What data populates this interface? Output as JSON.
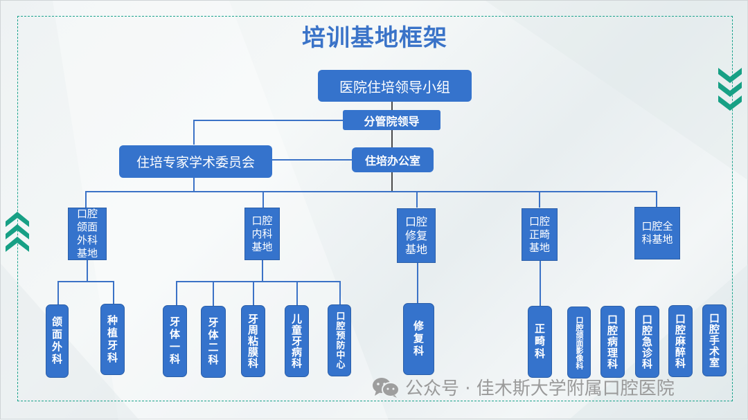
{
  "title": "培训基地框架",
  "colors": {
    "box_fill": "#3573cc",
    "title": "#3a73c8",
    "frame": "#19a38c",
    "connector": "#3b72c6"
  },
  "top": {
    "leadership_group": "医院住培领导小组",
    "vice_leader": "分管院领导",
    "office": "住培办公室",
    "committee": "住培专家学术委员会"
  },
  "bases": [
    {
      "label": "口腔颌面外科基地",
      "lines": [
        "口腔",
        "颌面",
        "外科",
        "基地"
      ]
    },
    {
      "label": "口腔内科基地",
      "lines": [
        "口腔",
        "内科",
        "基地"
      ]
    },
    {
      "label": "口腔修复基地",
      "lines": [
        "口腔",
        "修复",
        "基地"
      ]
    },
    {
      "label": "口腔正畸基地",
      "lines": [
        "口腔",
        "正畸",
        "基地"
      ]
    },
    {
      "label": "口腔全科基地",
      "lines": [
        "口腔全",
        "科基地"
      ]
    }
  ],
  "departments": [
    {
      "base": 0,
      "label": "颌面外科"
    },
    {
      "base": 0,
      "label": "种植牙科"
    },
    {
      "base": 1,
      "label": "牙体一科"
    },
    {
      "base": 1,
      "label": "牙体二科"
    },
    {
      "base": 1,
      "label": "牙周粘膜科"
    },
    {
      "base": 1,
      "label": "儿童牙病科"
    },
    {
      "base": 1,
      "label": "口腔预防中心"
    },
    {
      "base": 2,
      "label": "修复科"
    },
    {
      "base": 3,
      "label": "正畸科"
    },
    {
      "base": 4,
      "label": "口腔颌面影像科"
    },
    {
      "base": 4,
      "label": "口腔病理科"
    },
    {
      "base": 4,
      "label": "口腔急诊科"
    },
    {
      "base": 4,
      "label": "口腔麻醉科"
    },
    {
      "base": 4,
      "label": "口腔手术室"
    }
  ],
  "decor": {
    "left_chevron_icon": "chevron-up-triple",
    "right_chevron_icon": "chevron-down-triple"
  },
  "watermark": {
    "icon": "wechat-icon",
    "text": "公众号 · 佳木斯大学附属口腔医院"
  }
}
